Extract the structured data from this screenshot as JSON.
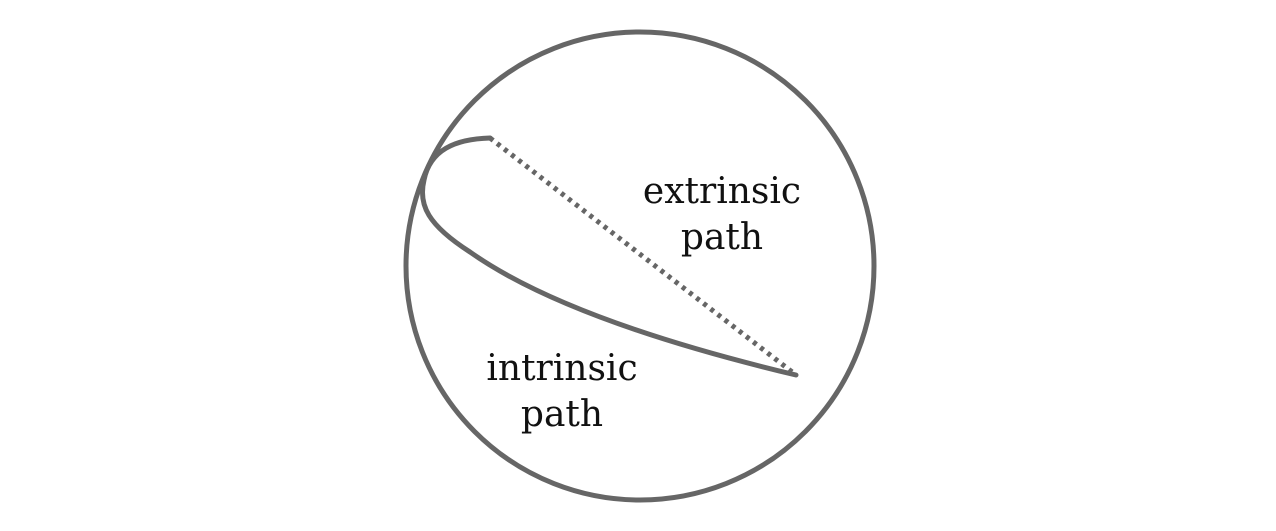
{
  "diagram": {
    "labels": {
      "extrinsic_line1": "extrinsic",
      "extrinsic_line2": "path",
      "intrinsic_line1": "intrinsic",
      "intrinsic_line2": "path"
    },
    "colors": {
      "stroke": "#666666",
      "text": "#111111",
      "background": "#ffffff"
    }
  }
}
